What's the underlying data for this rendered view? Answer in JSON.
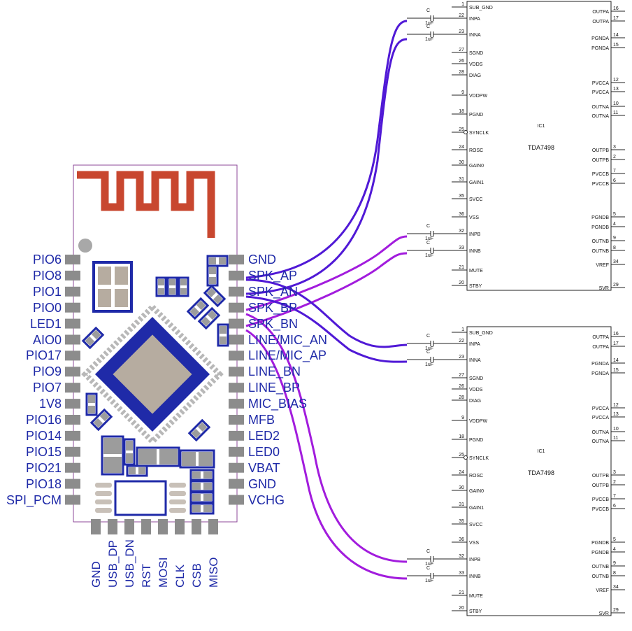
{
  "module": {
    "left_pins": [
      "PIO6",
      "PIO8",
      "PIO1",
      "PIO0",
      "LED1",
      "AIO0",
      "PIO17",
      "PIO9",
      "PIO7",
      "1V8",
      "PIO16",
      "PIO14",
      "PIO15",
      "PIO21",
      "PIO18",
      "SPI_PCM"
    ],
    "right_pins": [
      "GND",
      "SPK_AP",
      "SPK_AN",
      "SPK_BP",
      "SPK_BN",
      "LINE/MIC_AN",
      "LINE/MIC_AP",
      "LINE_BN",
      "LINE_BP",
      "MIC_BIAS",
      "MFB",
      "LED2",
      "LED0",
      "VBAT",
      "GND",
      "VCHG"
    ],
    "bottom_pins": [
      "GND",
      "USB_DP",
      "USB_DN",
      "RST",
      "MOSI",
      "CLK",
      "CSB",
      "MISO"
    ]
  },
  "amplifiers": [
    {
      "designator": "IC1",
      "part": "TDA7498",
      "left_pins": [
        {
          "num": "1",
          "name": "SUB_GND"
        },
        {
          "num": "22",
          "name": "INPA"
        },
        {
          "num": "23",
          "name": "INNA"
        },
        {
          "num": "27",
          "name": "SGND"
        },
        {
          "num": "26",
          "name": "VDDS"
        },
        {
          "num": "28",
          "name": "DIAG"
        },
        {
          "num": "9",
          "name": "VDDPW"
        },
        {
          "num": "18",
          "name": "PGND"
        },
        {
          "num": "25",
          "name": "SYNCLK"
        },
        {
          "num": "24",
          "name": "ROSC"
        },
        {
          "num": "30",
          "name": "GAIN0"
        },
        {
          "num": "31",
          "name": "GAIN1"
        },
        {
          "num": "35",
          "name": "SVCC"
        },
        {
          "num": "36",
          "name": "VSS"
        },
        {
          "num": "32",
          "name": "INPB"
        },
        {
          "num": "33",
          "name": "INNB"
        },
        {
          "num": "21",
          "name": "MUTE"
        },
        {
          "num": "20",
          "name": "STBY"
        }
      ],
      "right_pins": [
        {
          "num": "16",
          "name": "OUTPA"
        },
        {
          "num": "17",
          "name": "OUTPA"
        },
        {
          "num": "14",
          "name": "PGNDA"
        },
        {
          "num": "15",
          "name": "PGNDA"
        },
        {
          "num": "12",
          "name": "PVCCA"
        },
        {
          "num": "13",
          "name": "PVCCA"
        },
        {
          "num": "10",
          "name": "OUTNA"
        },
        {
          "num": "11",
          "name": "OUTNA"
        },
        {
          "num": "3",
          "name": "OUTPB"
        },
        {
          "num": "2",
          "name": "OUTPB"
        },
        {
          "num": "7",
          "name": "PVCCB"
        },
        {
          "num": "6",
          "name": "PVCCB"
        },
        {
          "num": "5",
          "name": "PGNDB"
        },
        {
          "num": "4",
          "name": "PGNDB"
        },
        {
          "num": "9",
          "name": "OUTNB"
        },
        {
          "num": "8",
          "name": "OUTNB"
        },
        {
          "num": "34",
          "name": "VREF"
        },
        {
          "num": "29",
          "name": "SVR"
        }
      ],
      "caps": [
        {
          "ref": "C",
          "value": "1uF"
        },
        {
          "ref": "C",
          "value": "1uF"
        },
        {
          "ref": "C",
          "value": "1uF"
        },
        {
          "ref": "C",
          "value": "1uF"
        }
      ]
    },
    {
      "designator": "IC1",
      "part": "TDA7498",
      "left_pins": [
        {
          "num": "1",
          "name": "SUB_GND"
        },
        {
          "num": "22",
          "name": "INPA"
        },
        {
          "num": "23",
          "name": "INNA"
        },
        {
          "num": "27",
          "name": "SGND"
        },
        {
          "num": "26",
          "name": "VDDS"
        },
        {
          "num": "28",
          "name": "DIAG"
        },
        {
          "num": "9",
          "name": "VDDPW"
        },
        {
          "num": "18",
          "name": "PGND"
        },
        {
          "num": "25",
          "name": "SYNCLK"
        },
        {
          "num": "24",
          "name": "ROSC"
        },
        {
          "num": "30",
          "name": "GAIN0"
        },
        {
          "num": "31",
          "name": "GAIN1"
        },
        {
          "num": "35",
          "name": "SVCC"
        },
        {
          "num": "36",
          "name": "VSS"
        },
        {
          "num": "32",
          "name": "INPB"
        },
        {
          "num": "33",
          "name": "INNB"
        },
        {
          "num": "21",
          "name": "MUTE"
        },
        {
          "num": "20",
          "name": "STBY"
        }
      ],
      "right_pins": [
        {
          "num": "16",
          "name": "OUTPA"
        },
        {
          "num": "17",
          "name": "OUTPA"
        },
        {
          "num": "14",
          "name": "PGNDA"
        },
        {
          "num": "15",
          "name": "PGNDA"
        },
        {
          "num": "12",
          "name": "PVCCA"
        },
        {
          "num": "13",
          "name": "PVCCA"
        },
        {
          "num": "10",
          "name": "OUTNA"
        },
        {
          "num": "11",
          "name": "OUTNA"
        },
        {
          "num": "3",
          "name": "OUTPB"
        },
        {
          "num": "2",
          "name": "OUTPB"
        },
        {
          "num": "7",
          "name": "PVCCB"
        },
        {
          "num": "6",
          "name": "PVCCB"
        },
        {
          "num": "5",
          "name": "PGNDB"
        },
        {
          "num": "4",
          "name": "PGNDB"
        },
        {
          "num": "9",
          "name": "OUTNB"
        },
        {
          "num": "8",
          "name": "OUTNB"
        },
        {
          "num": "34",
          "name": "VREF"
        },
        {
          "num": "29",
          "name": "SVR"
        }
      ],
      "caps": [
        {
          "ref": "C",
          "value": "1uF"
        },
        {
          "ref": "C",
          "value": "1uF"
        },
        {
          "ref": "C",
          "value": "1uF"
        },
        {
          "ref": "C",
          "value": "1uF"
        }
      ]
    }
  ],
  "colors": {
    "module_blue": "#1f2aa8",
    "antenna": "#c8472f",
    "pad_gray": "#8c8c8c",
    "wire_a": "#5019d6",
    "wire_b": "#a21cdd",
    "outline": "#8c4a9a"
  }
}
